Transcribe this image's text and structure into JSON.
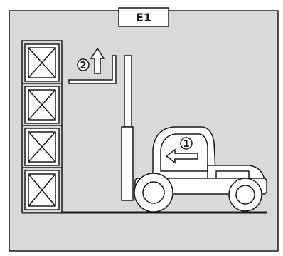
{
  "diagram": {
    "panel_label": "E1",
    "steps": [
      {
        "number": "1",
        "icon": "arrow-left-icon"
      },
      {
        "number": "2",
        "icon": "arrow-up-icon"
      }
    ],
    "colors": {
      "background": "#d9d9d9",
      "line": "#1a1a1a",
      "fill": "#ffffff"
    }
  }
}
